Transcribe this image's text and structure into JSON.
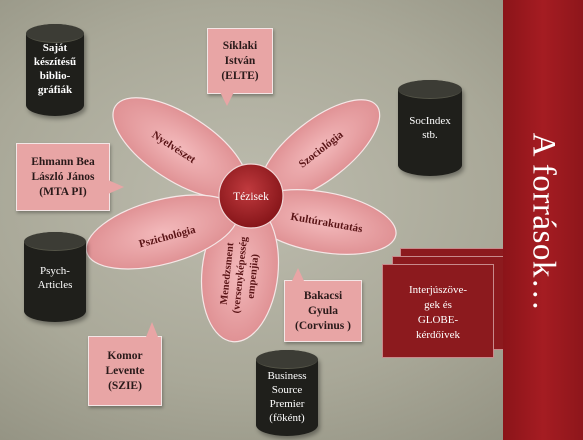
{
  "side_title": "A források…",
  "center": "Tézisek",
  "petals": [
    {
      "label": "Nyelvészet"
    },
    {
      "label": "Szociológia"
    },
    {
      "label": "Kultúrakutatás"
    },
    {
      "label": "Menedzsment (versenyképesség-empenjia)",
      "lines": [
        "Menedzsment",
        "(versenyképesség",
        "empenjia)"
      ]
    },
    {
      "label": "Pszichológia"
    }
  ],
  "databases": [
    {
      "lines": [
        "Saját",
        "készítésű",
        "biblio-",
        "gráfiák"
      ]
    },
    {
      "lines": [
        "SocIndex",
        "stb."
      ]
    },
    {
      "lines": [
        "Psych-",
        "Articles"
      ]
    },
    {
      "lines": [
        "Business",
        "Source",
        "Premier",
        "(főként)"
      ]
    }
  ],
  "callouts": [
    {
      "lines": [
        "Síklaki",
        "István",
        "(ELTE)"
      ]
    },
    {
      "lines": [
        "Ehmann Bea",
        "László János",
        "(MTA  PI)"
      ]
    },
    {
      "lines": [
        "Bakacsi",
        "Gyula",
        "(Corvinus )"
      ]
    },
    {
      "lines": [
        "Komor",
        "Levente",
        "(SZIE)"
      ]
    }
  ],
  "documents": {
    "lines": [
      "Interjúszövе-",
      "gek és",
      "GLOBE-",
      "kérdőívek"
    ]
  },
  "colors": {
    "band": "#a51c22",
    "petal": "#e69a9c",
    "center": "#9b1f23",
    "callout": "#e8a5a5",
    "db": "#1f1f1b",
    "doc": "#8c1a1e"
  }
}
